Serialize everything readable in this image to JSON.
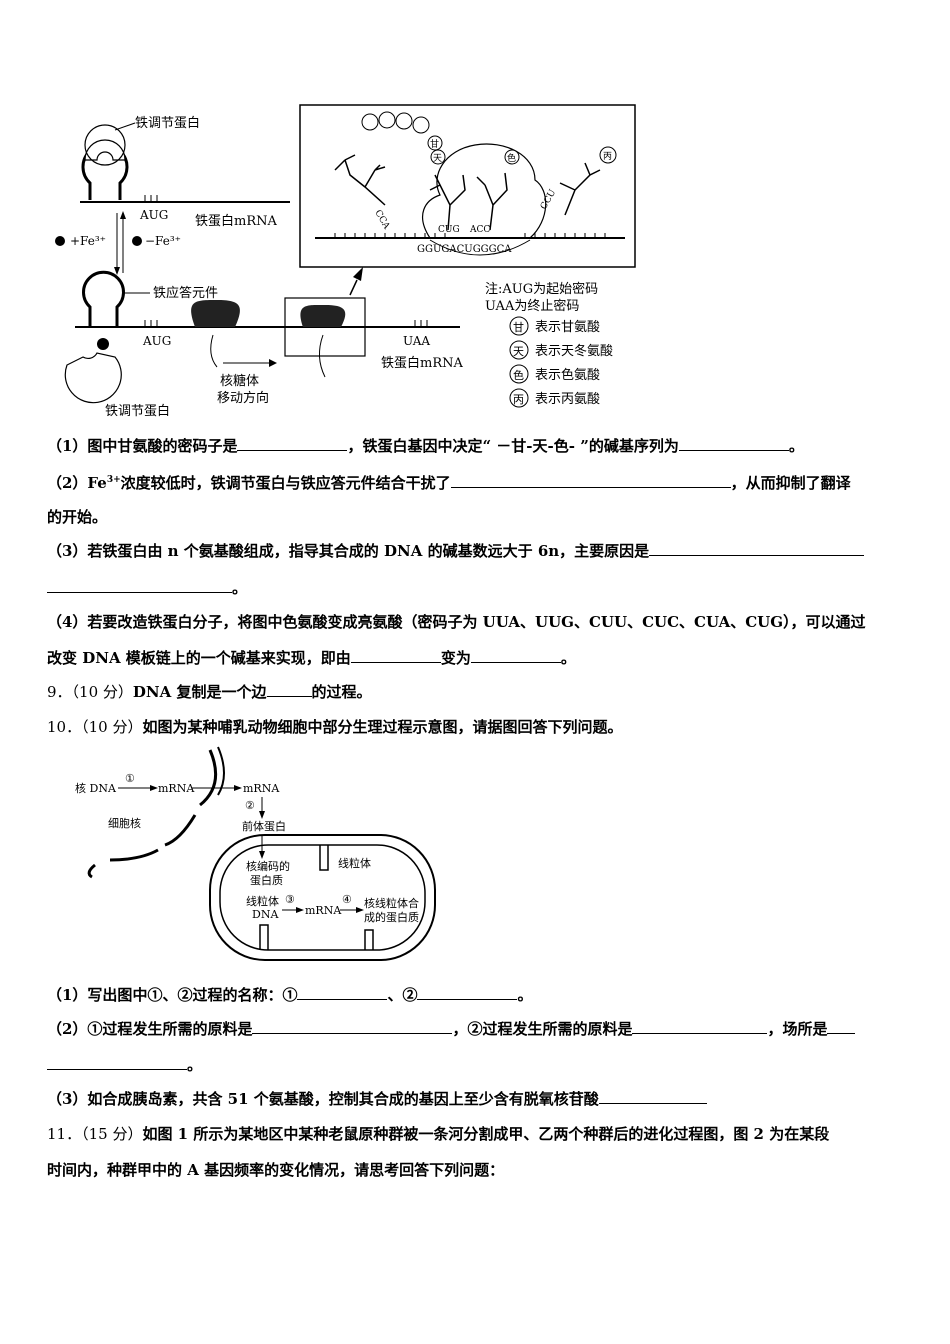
{
  "figure1": {
    "label_regulator_top": "铁调节蛋白",
    "label_aug_top": "AUG",
    "label_mrna_top": "铁蛋白mRNA",
    "label_plus_fe": "+Fe³⁺",
    "label_minus_fe": "−Fe³⁺",
    "label_ire": "铁应答元件",
    "label_aug_bottom": "AUG",
    "label_uaa": "UAA",
    "label_mrna_bottom": "铁蛋白mRNA",
    "label_ribosome_dir_1": "核糖体",
    "label_ribosome_dir_2": "移动方向",
    "label_regulator_bottom": "铁调节蛋白",
    "inset_codon_1": "CUG",
    "inset_codon_2": "ACC",
    "inset_anticodon_left": "CCA",
    "inset_anticodon_right": "CCU",
    "inset_sequence": "GGUGACUGGGCA",
    "aa_gan": "甘",
    "aa_tian": "天",
    "aa_se": "色",
    "aa_bing": "丙",
    "note_title": "注:AUG为起始密码",
    "note_line2": "UAA为终止密码",
    "legend": [
      {
        "symbol": "甘",
        "text": "表示甘氨酸"
      },
      {
        "symbol": "天",
        "text": "表示天冬氨酸"
      },
      {
        "symbol": "色",
        "text": "表示色氨酸"
      },
      {
        "symbol": "丙",
        "text": "表示丙氨酸"
      }
    ]
  },
  "q8": {
    "p1": "（1）图中甘氨酸的密码子是",
    "p1b": "，铁蛋白基因中决定“ －甘-天-色- ”的碱基序列为",
    "p1c": "。",
    "p2a": "（2）Fe",
    "p2sup": "3+",
    "p2b": "浓度较低时，铁调节蛋白与铁应答元件结合干扰了",
    "p2c": "，从而抑制了翻译",
    "p2d": "的开始。",
    "p3a": "（3）若铁蛋白由 n 个氨基酸组成，指导其合成的 DNA 的碱基数远大于 6n，主要原因是",
    "p3b": "。",
    "p4a": "（4）若要改造铁蛋白分子，将图中色氨酸变成亮氨酸（密码子为 UUA、UUG、CUU、CUC、CUA、CUG），可以通过",
    "p4b": "改变 DNA 模板链上的一个碱基来实现，即由",
    "p4c": "变为",
    "p4d": "。"
  },
  "q9": {
    "num": "9．（10 分）",
    "text": "DNA 复制是一个边",
    "end": "的过程。"
  },
  "q10": {
    "num": "10．（10 分）",
    "text": "如图为某种哺乳动物细胞中部分生理过程示意图，请据图回答下列问题。",
    "fig_nuclear_dna": "核 DNA",
    "fig_step1": "①",
    "fig_mrna1": "mRNA",
    "fig_mrna2": "mRNA",
    "fig_step2": "②",
    "fig_precursor": "前体蛋白",
    "fig_nucleus": "细胞核",
    "fig_nuclear_protein_1": "核编码的",
    "fig_nuclear_protein_2": "蛋白质",
    "fig_mito": "线粒体",
    "fig_mito_dna_1": "线粒体",
    "fig_mito_dna_2": "DNA",
    "fig_step3": "③",
    "fig_mrna3": "mRNA",
    "fig_step4": "④",
    "fig_joint_1": "核线粒体合",
    "fig_joint_2": "成的蛋白质",
    "p1a": "（1）写出图中①、②过程的名称：①",
    "p1b": "、②",
    "p1c": "。",
    "p2a": "（2）①过程发生所需的原料是",
    "p2b": "，②过程发生所需的原料是",
    "p2c": "，场所是",
    "p2d": "。",
    "p3a": "（3）如合成胰岛素，共含 51 个氨基酸，控制其合成的基因上至少含有脱氧核苷酸"
  },
  "q11": {
    "num": "11．（15 分）",
    "text": "如图 1 所示为某地区中某种老鼠原种群被一条河分割成甲、乙两个种群后的进化过程图，图 2 为在某段",
    "text2": "时间内，种群甲中的 A 基因频率的变化情况，请思考回答下列问题："
  }
}
